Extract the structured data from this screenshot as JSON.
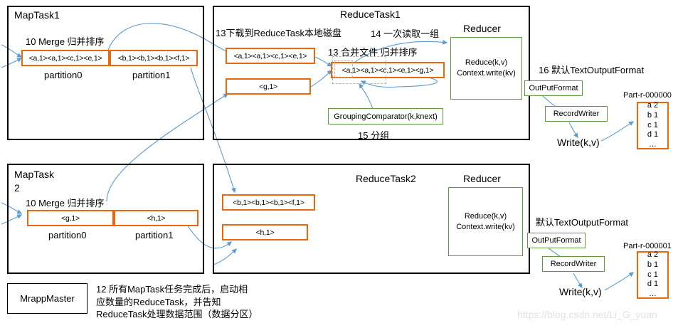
{
  "colors": {
    "orange": "#E8690B",
    "green": "#5F9B41",
    "black": "#000000",
    "arrow": "#5B9BD5",
    "watermark": "#e2e2e2"
  },
  "panels": {
    "maptask1": {
      "title": "MapTask1"
    },
    "maptask2": {
      "title": "MapTask\n2"
    },
    "reducetask1": {
      "title": "ReduceTask1"
    },
    "reducetask2": {
      "title": "ReduceTask2"
    }
  },
  "maptask1": {
    "step_label": "10 Merge 归并排序",
    "partition0_value": "<a,1><a,1><c,1><e,1>",
    "partition1_value": "<b,1><b,1><b,1><f,1>",
    "partition0_label": "partition0",
    "partition1_label": "partition1"
  },
  "maptask2": {
    "step_label": "10 Merge 归并排序",
    "partition0_value": "<g,1>",
    "partition1_value": "<h,1>",
    "partition0_label": "partition0",
    "partition1_label": "partition1"
  },
  "reducetask1": {
    "download_label": "13下载到ReduceTask本地磁盘",
    "read_group_label": "14 一次读取一组",
    "merge_label": "13 合并文件 归并排序",
    "file_a": "<a,1><a,1><c,1><e,1>",
    "file_b": "<g,1>",
    "merged": "<a,1><a,1><c,1><e,1><g,1>",
    "grouping_comparator": "GroupingComparator(k,knext)",
    "grouping_label": "15 分组",
    "reducer_title": "Reducer",
    "reducer_body": "Reduce(k,v)\nContext.write(kv)"
  },
  "reducetask2": {
    "file_a": "<b,1><b,1><b,1><f,1>",
    "file_b": "<h,1>",
    "reducer_title": "Reducer",
    "reducer_body": "Reduce(k,v)\nContext.write(kv)"
  },
  "output_top": {
    "format_note": "16 默认TextOutputFormat",
    "outputformat": "OutPutFormat",
    "recordwriter": "RecordWriter",
    "write": "Write(k,v)",
    "part_name": "Part-r-000000",
    "part_rows": [
      "a 2",
      "b 1",
      "c 1",
      "d 1",
      "…"
    ]
  },
  "output_bottom": {
    "format_note": "默认TextOutputFormat",
    "outputformat": "OutPutFormat",
    "recordwriter": "RecordWriter",
    "write": "Write(k,v)",
    "part_name": "Part-r-000001",
    "part_rows": [
      "a 2",
      "b 1",
      "c 1",
      "d 1",
      "…"
    ]
  },
  "master": {
    "box_label": "MrappMaster",
    "description": "12 所有MapTask任务完成后，启动相\n应数量的ReduceTask，并告知\nReduceTask处理数据范围（数据分区）"
  },
  "watermark": {
    "text": "https://blog.csdn.net/Li_G_yuan"
  }
}
